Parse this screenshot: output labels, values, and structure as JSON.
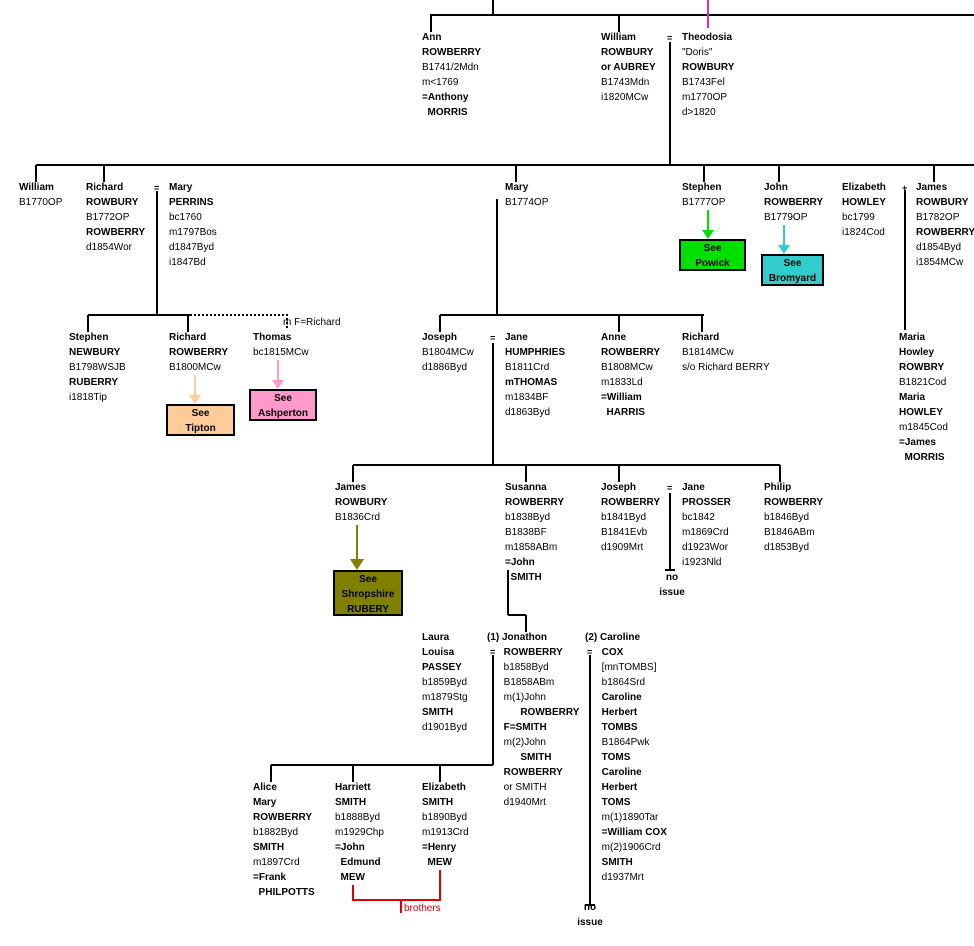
{
  "people": [
    {
      "id": "ann",
      "lines": [
        {
          "t": "Ann",
          "b": true
        },
        {
          "t": "ROWBERRY",
          "b": true
        },
        {
          "t": "B1741/2Mdn",
          "b": false
        },
        {
          "t": "m<1769",
          "b": false
        },
        {
          "t": "=Anthony",
          "b": true
        },
        {
          "t": "  MORRIS",
          "b": true
        }
      ]
    },
    {
      "id": "william-1743",
      "lines": [
        {
          "t": "William",
          "b": true
        },
        {
          "t": "ROWBURY",
          "b": true
        },
        {
          "t": "or AUBREY",
          "b": true
        },
        {
          "t": "B1743Mdn",
          "b": false
        },
        {
          "t": "i1820MCw",
          "b": false
        }
      ]
    },
    {
      "id": "theodosia",
      "lines": [
        {
          "t": "Theodosia",
          "b": true
        },
        {
          "t": "\"Doris\"",
          "b": false
        },
        {
          "t": "ROWBURY",
          "b": true
        },
        {
          "t": "B1743Fel",
          "b": false
        },
        {
          "t": "m1770OP",
          "b": false
        },
        {
          "t": "d>1820",
          "b": false
        }
      ]
    },
    {
      "id": "william-1770",
      "lines": [
        {
          "t": "William",
          "b": true
        },
        {
          "t": "B1770OP",
          "b": false
        }
      ]
    },
    {
      "id": "richard-1772",
      "lines": [
        {
          "t": "Richard",
          "b": true
        },
        {
          "t": "ROWBURY",
          "b": true
        },
        {
          "t": "B1772OP",
          "b": false
        },
        {
          "t": "ROWBERRY",
          "b": true
        },
        {
          "t": "d1854Wor",
          "b": false
        }
      ]
    },
    {
      "id": "mary-perrins",
      "lines": [
        {
          "t": "Mary",
          "b": true
        },
        {
          "t": "PERRINS",
          "b": true
        },
        {
          "t": "bc1760",
          "b": false
        },
        {
          "t": "m1797Bos",
          "b": false
        },
        {
          "t": "d1847Byd",
          "b": false
        },
        {
          "t": "i1847Bd",
          "b": false
        }
      ]
    },
    {
      "id": "mary-1774",
      "lines": [
        {
          "t": "Mary",
          "b": true
        },
        {
          "t": "B1774OP",
          "b": false
        }
      ]
    },
    {
      "id": "stephen-1777",
      "lines": [
        {
          "t": "Stephen",
          "b": true
        },
        {
          "t": "B1777OP",
          "b": false
        }
      ]
    },
    {
      "id": "john-1779",
      "lines": [
        {
          "t": "John",
          "b": true
        },
        {
          "t": "ROWBERRY",
          "b": true
        },
        {
          "t": "B1779OP",
          "b": false
        }
      ]
    },
    {
      "id": "elizabeth-howley",
      "lines": [
        {
          "t": "Elizabeth",
          "b": true
        },
        {
          "t": "HOWLEY",
          "b": true
        },
        {
          "t": "bc1799",
          "b": false
        },
        {
          "t": "i1824Cod",
          "b": false
        }
      ]
    },
    {
      "id": "james-1782",
      "lines": [
        {
          "t": "James",
          "b": true
        },
        {
          "t": "ROWBURY",
          "b": true
        },
        {
          "t": "B1782OP",
          "b": false
        },
        {
          "t": "ROWBERRY",
          "b": true
        },
        {
          "t": "d1854Byd",
          "b": false
        },
        {
          "t": "i1854MCw",
          "b": false
        }
      ]
    },
    {
      "id": "stephen-newbury",
      "lines": [
        {
          "t": "Stephen",
          "b": true
        },
        {
          "t": "NEWBURY",
          "b": true
        },
        {
          "t": "B1798WSJB",
          "b": false
        },
        {
          "t": "RUBERRY",
          "b": true
        },
        {
          "t": "i1818Tip",
          "b": false
        }
      ]
    },
    {
      "id": "richard-1800",
      "lines": [
        {
          "t": "Richard",
          "b": true
        },
        {
          "t": "ROWBERRY",
          "b": true
        },
        {
          "t": "B1800MCw",
          "b": false
        }
      ]
    },
    {
      "id": "thomas-1815",
      "lines": [
        {
          "t": "Thomas",
          "b": true
        },
        {
          "t": "bc1815MCw",
          "b": false
        }
      ]
    },
    {
      "id": "joseph-1804",
      "lines": [
        {
          "t": "Joseph",
          "b": true
        },
        {
          "t": "B1804MCw",
          "b": false
        },
        {
          "t": "d1886Byd",
          "b": false
        }
      ]
    },
    {
      "id": "jane-humphries",
      "lines": [
        {
          "t": "Jane",
          "b": true
        },
        {
          "t": "HUMPHRIES",
          "b": true
        },
        {
          "t": "B1811Crd",
          "b": false
        },
        {
          "t": "mTHOMAS",
          "b": true
        },
        {
          "t": "m1834BF",
          "b": false
        },
        {
          "t": "d1863Byd",
          "b": false
        }
      ]
    },
    {
      "id": "anne-1808",
      "lines": [
        {
          "t": "Anne",
          "b": true
        },
        {
          "t": "ROWBERRY",
          "b": true
        },
        {
          "t": "B1808MCw",
          "b": false
        },
        {
          "t": "m1833Ld",
          "b": false
        },
        {
          "t": "=William",
          "b": true
        },
        {
          "t": "  HARRIS",
          "b": true
        }
      ]
    },
    {
      "id": "richard-1814",
      "lines": [
        {
          "t": "Richard",
          "b": true
        },
        {
          "t": "B1814MCw",
          "b": false
        },
        {
          "t": "s/o Richard BERRY",
          "b": false
        }
      ]
    },
    {
      "id": "maria-howley",
      "lines": [
        {
          "t": "Maria",
          "b": true
        },
        {
          "t": "Howley",
          "b": true
        },
        {
          "t": "ROWBRY",
          "b": true
        },
        {
          "t": "B1821Cod",
          "b": false
        },
        {
          "t": "Maria",
          "b": true
        },
        {
          "t": "HOWLEY",
          "b": true
        },
        {
          "t": "m1845Cod",
          "b": false
        },
        {
          "t": "=James",
          "b": true
        },
        {
          "t": "  MORRIS",
          "b": true
        }
      ]
    },
    {
      "id": "james-1836",
      "lines": [
        {
          "t": "James",
          "b": true
        },
        {
          "t": "ROWBURY",
          "b": true
        },
        {
          "t": "B1836Crd",
          "b": false
        }
      ]
    },
    {
      "id": "susanna-1838",
      "lines": [
        {
          "t": "Susanna",
          "b": true
        },
        {
          "t": "ROWBERRY",
          "b": true
        },
        {
          "t": "b1838Byd",
          "b": false
        },
        {
          "t": "B1838BF",
          "b": false
        },
        {
          "t": "m1858ABm",
          "b": false
        },
        {
          "t": "=John",
          "b": true
        },
        {
          "t": "  SMITH",
          "b": true
        }
      ]
    },
    {
      "id": "joseph-1841",
      "lines": [
        {
          "t": "Joseph",
          "b": true
        },
        {
          "t": "ROWBERRY",
          "b": true
        },
        {
          "t": "b1841Byd",
          "b": false
        },
        {
          "t": "B1841Evb",
          "b": false
        },
        {
          "t": "d1909Mrt",
          "b": false
        }
      ]
    },
    {
      "id": "jane-prosser",
      "lines": [
        {
          "t": "Jane",
          "b": true
        },
        {
          "t": "PROSSER",
          "b": true
        },
        {
          "t": "bc1842",
          "b": false
        },
        {
          "t": "m1869Crd",
          "b": false
        },
        {
          "t": "d1923Wor",
          "b": false
        },
        {
          "t": "i1923Nld",
          "b": false
        }
      ]
    },
    {
      "id": "philip-1846",
      "lines": [
        {
          "t": "Philip",
          "b": true
        },
        {
          "t": "ROWBERRY",
          "b": true
        },
        {
          "t": "b1846Byd",
          "b": false
        },
        {
          "t": "B1846ABm",
          "b": false
        },
        {
          "t": "d1853Byd",
          "b": false
        }
      ]
    },
    {
      "id": "laura-passey",
      "lines": [
        {
          "t": "Laura",
          "b": true
        },
        {
          "t": "Louisa",
          "b": true
        },
        {
          "t": "PASSEY",
          "b": true
        },
        {
          "t": "b1859Byd",
          "b": false
        },
        {
          "t": "m1879Stg",
          "b": false
        },
        {
          "t": "SMITH",
          "b": true
        },
        {
          "t": "d1901Byd",
          "b": false
        }
      ]
    },
    {
      "id": "jonathon-1858",
      "lines": [
        {
          "t": "(1) Jonathon",
          "b": true
        },
        {
          "t": "      ROWBERRY",
          "b": true
        },
        {
          "t": "      b1858Byd",
          "b": false
        },
        {
          "t": "      B1858ABm",
          "b": false
        },
        {
          "t": "      m(1)John",
          "b": false
        },
        {
          "t": "            ROWBERRY",
          "b": true
        },
        {
          "t": "      F=SMITH",
          "b": true
        },
        {
          "t": "      m(2)John",
          "b": false
        },
        {
          "t": "            SMITH",
          "b": true
        },
        {
          "t": "      ROWBERRY",
          "b": true
        },
        {
          "t": "      or SMITH",
          "b": false
        },
        {
          "t": "      d1940Mrt",
          "b": false
        }
      ]
    },
    {
      "id": "caroline-cox",
      "lines": [
        {
          "t": "(2) Caroline",
          "b": true
        },
        {
          "t": "      COX",
          "b": true
        },
        {
          "t": "      [mnTOMBS]",
          "b": false
        },
        {
          "t": "      b1864Srd",
          "b": false
        },
        {
          "t": "      Caroline",
          "b": true
        },
        {
          "t": "      Herbert",
          "b": true
        },
        {
          "t": "      TOMBS",
          "b": true
        },
        {
          "t": "      B1864Pwk",
          "b": false
        },
        {
          "t": "      TOMS",
          "b": true
        },
        {
          "t": "      Caroline",
          "b": true
        },
        {
          "t": "      Herbert",
          "b": true
        },
        {
          "t": "      TOMS",
          "b": true
        },
        {
          "t": "      m(1)1890Tar",
          "b": false
        },
        {
          "t": "      =William COX",
          "b": true
        },
        {
          "t": "      m(2)1906Crd",
          "b": false
        },
        {
          "t": "      SMITH",
          "b": true
        },
        {
          "t": "      d1937Mrt",
          "b": false
        }
      ]
    },
    {
      "id": "alice-1882",
      "lines": [
        {
          "t": "Alice",
          "b": true
        },
        {
          "t": "Mary",
          "b": true
        },
        {
          "t": "ROWBERRY",
          "b": true
        },
        {
          "t": "b1882Byd",
          "b": false
        },
        {
          "t": "SMITH",
          "b": true
        },
        {
          "t": "m1897Crd",
          "b": false
        },
        {
          "t": "=Frank",
          "b": true
        },
        {
          "t": "  PHILPOTTS",
          "b": true
        }
      ]
    },
    {
      "id": "harriett-1888",
      "lines": [
        {
          "t": "Harriett",
          "b": true
        },
        {
          "t": "SMITH",
          "b": true
        },
        {
          "t": "b1888Byd",
          "b": false
        },
        {
          "t": "m1929Chp",
          "b": false
        },
        {
          "t": "=John",
          "b": true
        },
        {
          "t": "  Edmund",
          "b": true
        },
        {
          "t": "  MEW",
          "b": true
        }
      ]
    },
    {
      "id": "elizabeth-1890",
      "lines": [
        {
          "t": "Elizabeth",
          "b": true
        },
        {
          "t": "SMITH",
          "b": true
        },
        {
          "t": "b1890Byd",
          "b": false
        },
        {
          "t": "m1913Crd",
          "b": false
        },
        {
          "t": "=Henry",
          "b": true
        },
        {
          "t": "  MEW",
          "b": true
        }
      ]
    }
  ],
  "see_boxes": [
    {
      "id": "powick",
      "lines": [
        "See",
        "Powick"
      ],
      "color": "#00e000"
    },
    {
      "id": "bromyard",
      "lines": [
        "See",
        "Bromyard"
      ],
      "color": "#33cccc"
    },
    {
      "id": "tipton",
      "lines": [
        "See",
        "Tipton"
      ],
      "color": "#ffcc99"
    },
    {
      "id": "ashperton",
      "lines": [
        "See",
        "Ashperton"
      ],
      "color": "#ff99cc"
    },
    {
      "id": "shropshire",
      "lines": [
        "See",
        "Shropshire",
        "RUBERY"
      ],
      "color": "#808000"
    }
  ],
  "notes": {
    "m_f_richard": "m F=Richard",
    "brothers": "brothers",
    "no_issue": [
      "no",
      "issue"
    ]
  },
  "colors": {
    "line": "#000000",
    "top_parent_link": "#cc33cc",
    "powick_arrow": "#00e000",
    "bromyard_arrow": "#33cccc",
    "tipton_arrow": "#ffcc99",
    "ashperton_arrow": "#ff99cc",
    "shropshire_arrow": "#808000",
    "brothers_link": "#e00000"
  }
}
